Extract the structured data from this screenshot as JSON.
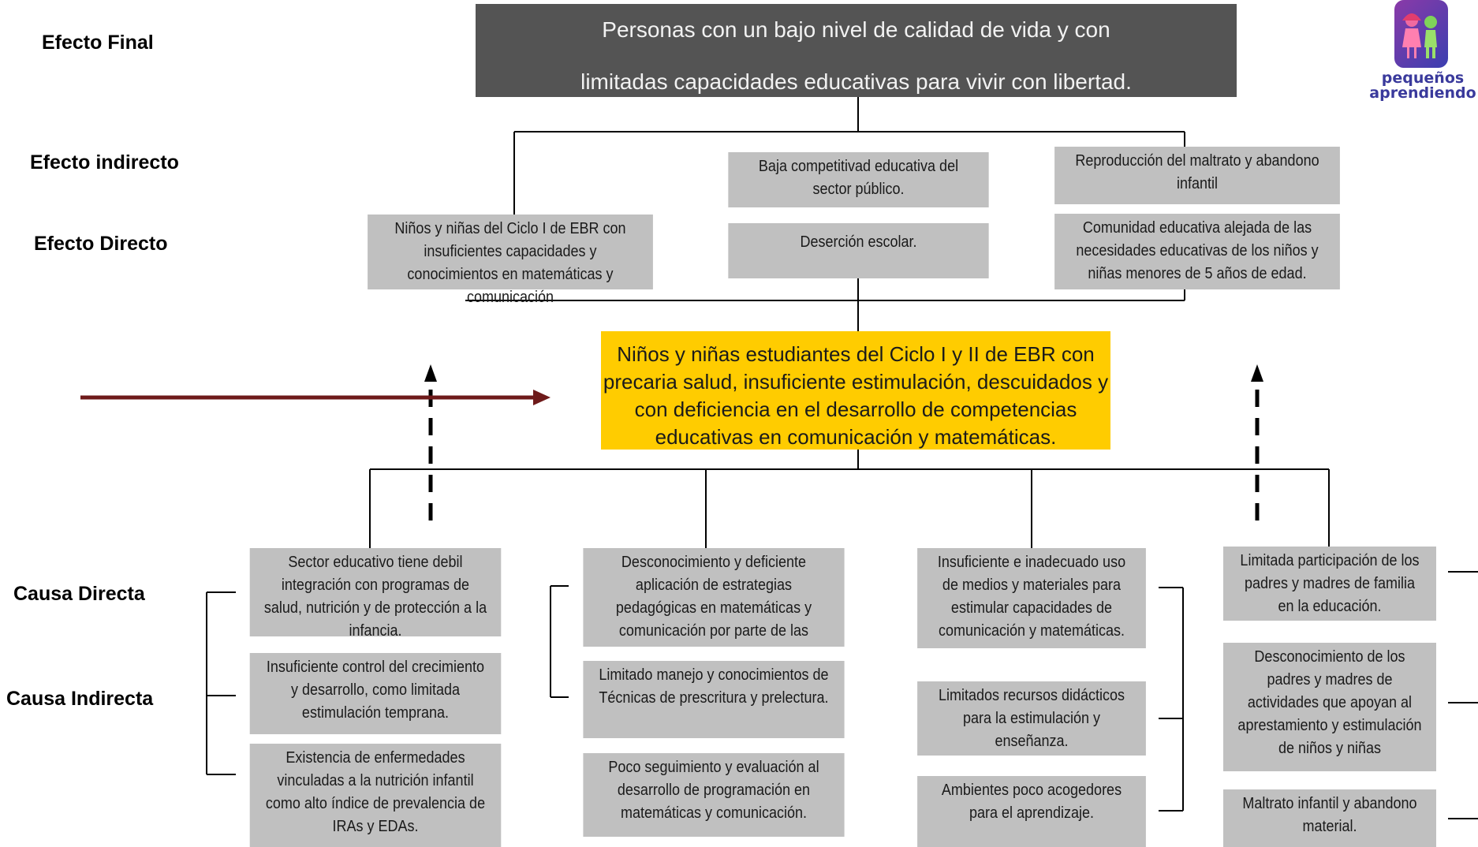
{
  "labels": {
    "efecto_final": "Efecto Final",
    "efecto_indirecto": "Efecto indirecto",
    "efecto_directo": "Efecto Directo",
    "causa_directa": "Causa Directa",
    "causa_indirecta": "Causa Indirecta"
  },
  "final_effect": "Personas con un bajo nivel de calidad de vida y con\nlimitadas capacidades educativas para vivir con libertad.",
  "indirect_effects": {
    "center": "Baja competitivad educativa del\nsector público.",
    "right": "Reproducción del maltrato y abandono\ninfantil"
  },
  "direct_effects": {
    "left": "Niños y niñas del Ciclo I de EBR con\ninsuficientes capacidades y\nconocimientos en matemáticas y\ncomunicación",
    "center": "Deserción escolar.",
    "right": "Comunidad educativa alejada de las\nnecesidades educativas de los niños y\nniñas menores de 5 años de edad."
  },
  "central_problem": "Niños y niñas estudiantes del Ciclo I y II de EBR con\nprecaria salud, insuficiente estimulación, descuidados y\ncon deficiencia en el desarrollo de competencias\neducativas en comunicación y matemáticas.",
  "causes": {
    "col1": {
      "direct": "Sector educativo tiene debil\nintegración con programas de\nsalud, nutrición  y de protección a la\ninfancia.",
      "indirect": [
        "Insuficiente control del crecimiento\ny desarrollo, como limitada\nestimulación temprana.",
        "Existencia de enfermedades\nvinculadas a la nutrición infantil\ncomo  alto índice de prevalencia de\nIRAs y EDAs."
      ]
    },
    "col2": {
      "direct": "Desconocimiento y deficiente\naplicación de estrategias\npedagógicas en matemáticas y\ncomunicación por parte de las\ndocentes y animadoras.",
      "indirect": [
        "Limitado manejo y conocimientos de\nTécnicas de prescritura y prelectura.",
        "Poco seguimiento y evaluación al\ndesarrollo de programación en\nmatemáticas y comunicación."
      ]
    },
    "col3": {
      "direct": "Insuficiente e inadecuado uso\nde medios y materiales para\nestimular capacidades de\ncomunicación y matemáticas.",
      "indirect": [
        "Limitados recursos didácticos\npara la estimulación y\nenseñanza.",
        "Ambientes poco acogedores\npara el aprendizaje."
      ]
    },
    "col4": {
      "direct": "Limitada participación de los\npadres y madres de familia\nen la educación.",
      "indirect": [
        "Desconocimiento de los\npadres y madres de\nactividades que apoyan al\napresta­miento y estimulación\nde niños y niñas",
        "Maltrato infantil y abandono\nmaterial."
      ]
    }
  },
  "logo": {
    "brand": "pequeños\naprendiendo"
  },
  "colors": {
    "box_gray": "#c0c0c0",
    "final_box": "#545454",
    "central_box": "#ffcc00",
    "arrow_red": "#6e1a1a"
  }
}
